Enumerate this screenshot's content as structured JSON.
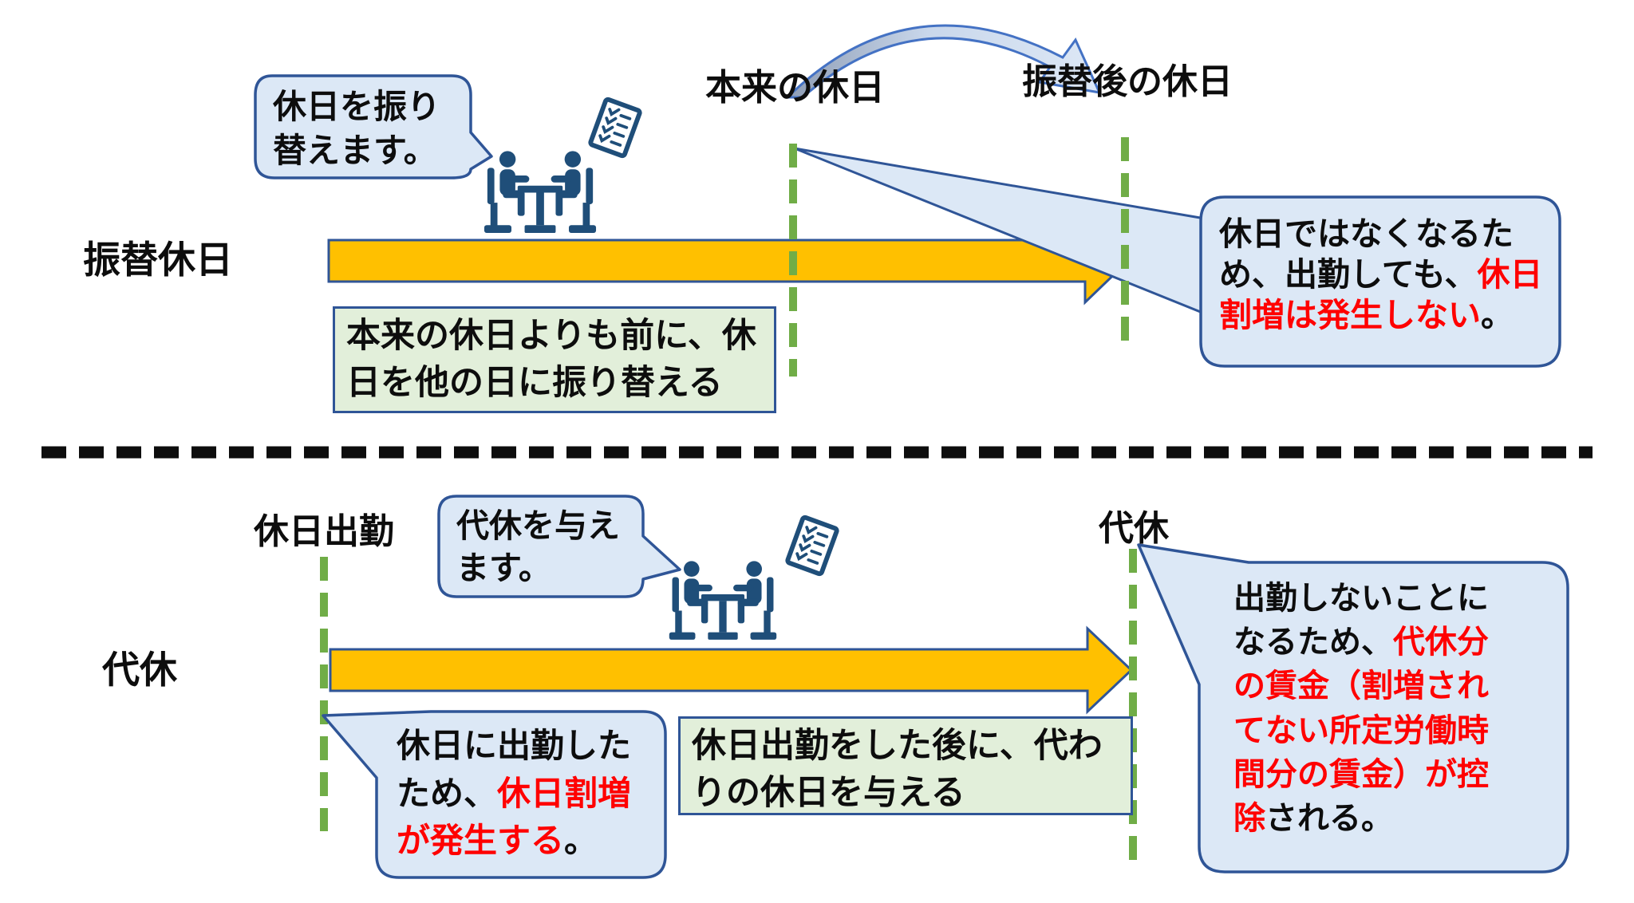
{
  "colors": {
    "accent_orange": "#FFC000",
    "arrow_outline": "#2F5597",
    "line_green": "#70AD47",
    "bubble_fill": "#DCE8F6",
    "bubble_border": "#2F5597",
    "box_fill": "#E2EFDA",
    "icon_navy": "#1F4E79",
    "curve_blue": "#4472C4",
    "curve_gray": "#8E9DB5",
    "text_red": "#FF0000",
    "text_black": "#0D0D0D"
  },
  "icons": {
    "meeting": "meeting-table-icon",
    "checklist": "checklist-document-icon",
    "curved_arrow": "substitute-curve-arrow",
    "timeline_arrow": "timeline-arrow",
    "holiday_marker": "holiday-dashed-line"
  },
  "top_section": {
    "row_label": "振替休日",
    "agreement_bubble": "休日を振り\n替えます。",
    "original_holiday_label": "本来の休日",
    "substituted_holiday_label": "振替後の休日",
    "note_box": [
      {
        "text": "本来の休日よりも前に",
        "red": true
      },
      {
        "text": "、休日を他の日に振り替える",
        "red": false
      }
    ],
    "result_bubble": [
      {
        "text": "休日ではなくなるため、出勤しても、",
        "red": false
      },
      {
        "text": "休日割増は発生しない",
        "red": true
      },
      {
        "text": "。",
        "red": false
      }
    ]
  },
  "bottom_section": {
    "row_label": "代休",
    "holiday_work_label": "休日出勤",
    "agreement_bubble": "代休を与え\nます。",
    "compensatory_day_label": "代休",
    "cause_bubble": [
      {
        "text": "休日に出勤したため、",
        "red": false
      },
      {
        "text": "休日割増が発生する",
        "red": true
      },
      {
        "text": "。",
        "red": false
      }
    ],
    "note_box": [
      {
        "text": "休日出勤をした後に",
        "red": true
      },
      {
        "text": "、代わりの休日を与える",
        "red": false
      }
    ],
    "result_bubble": [
      {
        "text": "出勤しないことになるため、",
        "red": false
      },
      {
        "text": "代休分の賃金（割増されてない所定労働時間分の賃金）が控除",
        "red": true
      },
      {
        "text": "される。",
        "red": false
      }
    ]
  }
}
